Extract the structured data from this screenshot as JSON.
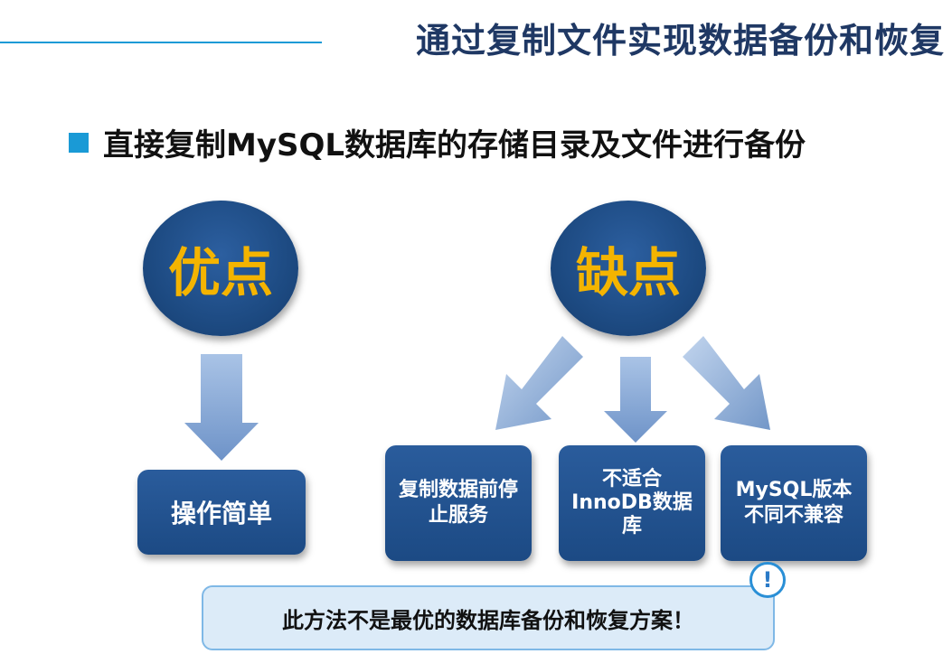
{
  "header": {
    "title": "通过复制文件实现数据备份和恢复"
  },
  "section": {
    "heading": "直接复制MySQL数据库的存储目录及文件进行备份"
  },
  "pros": {
    "label": "优点",
    "items": [
      "操作简单"
    ]
  },
  "cons": {
    "label": "缺点",
    "items": [
      {
        "lines": [
          "复制数据前停",
          "止服务"
        ]
      },
      {
        "lines": [
          "不适合",
          "InnoDB数据",
          "库"
        ]
      },
      {
        "lines": [
          "MySQL版本",
          "不同不兼容"
        ]
      }
    ]
  },
  "note": {
    "text": "此方法不是最优的数据库备份和恢复方案！",
    "icon": "exclamation-icon",
    "icon_glyph": "!"
  },
  "colors": {
    "accent": "#1a9ad6",
    "circle": "#1c4980",
    "circle_text": "#f4b400",
    "box": "#1f4e8c",
    "callout_bg": "#dcebf8"
  }
}
